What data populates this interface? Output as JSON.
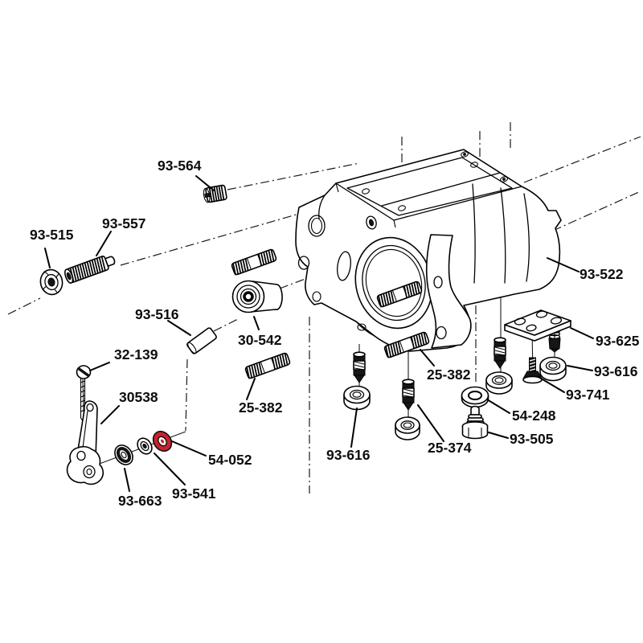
{
  "diagram": {
    "type": "exploded-parts-diagram",
    "subject": "transmission-case-assembly",
    "background": "#ffffff",
    "line_color": "#000000",
    "highlight_color": "#c8232c",
    "labels": [
      {
        "text": "93-564",
        "part": "knurled-plug"
      },
      {
        "text": "93-515",
        "part": "flange-nut"
      },
      {
        "text": "93-557",
        "part": "threaded-adjuster"
      },
      {
        "text": "93-516",
        "part": "dowel-pin"
      },
      {
        "text": "32-139",
        "part": "slotted-screw"
      },
      {
        "text": "30538",
        "part": "shifter-lever"
      },
      {
        "text": "93-663",
        "part": "seal-ring"
      },
      {
        "text": "93-541",
        "part": "small-washer"
      },
      {
        "text": "54-052",
        "part": "highlighted-washer"
      },
      {
        "text": "30-542",
        "part": "roller"
      },
      {
        "text": "25-382",
        "part": "stud-lower-left"
      },
      {
        "text": "25-382",
        "part": "stud-right"
      },
      {
        "text": "93-522",
        "part": "transmission-case"
      },
      {
        "text": "93-625",
        "part": "mounting-plate"
      },
      {
        "text": "93-616",
        "part": "washer-right"
      },
      {
        "text": "93-741",
        "part": "countersunk-screw"
      },
      {
        "text": "54-248",
        "part": "flat-washer"
      },
      {
        "text": "93-505",
        "part": "vent-fitting"
      },
      {
        "text": "25-374",
        "part": "check-valve"
      },
      {
        "text": "93-616",
        "part": "washer-bottom"
      }
    ]
  }
}
